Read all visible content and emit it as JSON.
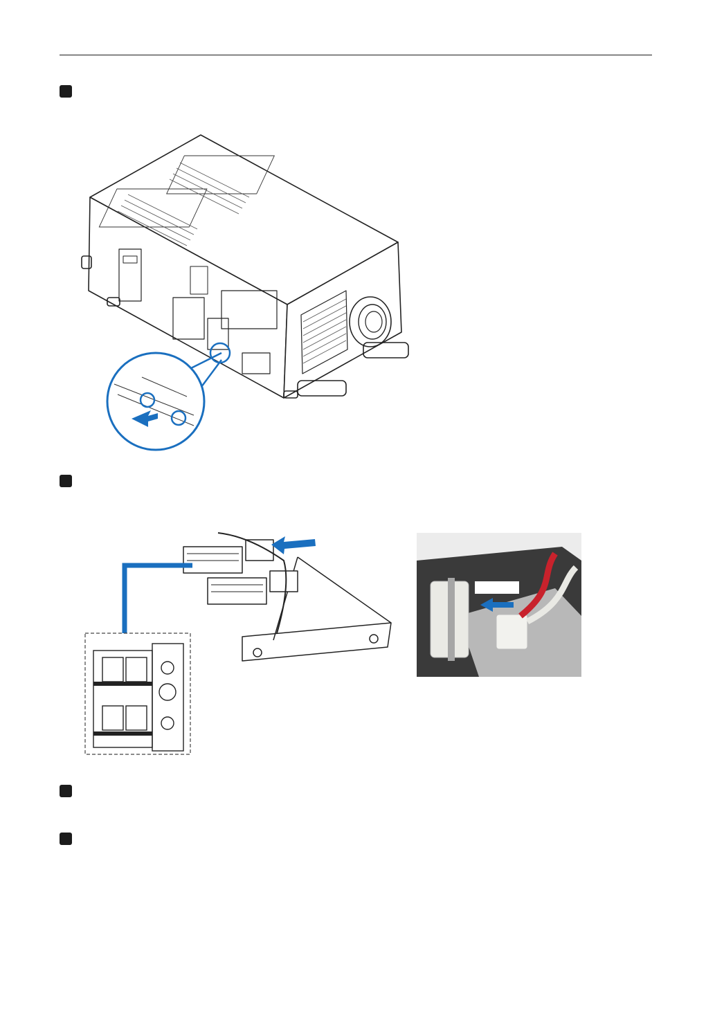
{
  "page": {
    "header_rule": true,
    "steps": [
      {
        "marker": "step-1"
      },
      {
        "marker": "step-2"
      },
      {
        "marker": "step-3"
      },
      {
        "marker": "step-4"
      }
    ],
    "colors": {
      "accent_blue": "#1a6fbf",
      "line_dark": "#222222",
      "marker": "#1c1c1c"
    },
    "figures": {
      "projector": {
        "icon": "projector-illustration",
        "callout": "zoom-callout-screws",
        "arrow": "pull-direction-arrow"
      },
      "connector_diagram": {
        "icon": "connector-bracket-illustration",
        "arrow": "insert-direction-arrow",
        "terminal": "terminal-block-detail"
      },
      "photo": {
        "icon": "connector-photo",
        "arrow": "insert-direction-arrow"
      }
    }
  }
}
